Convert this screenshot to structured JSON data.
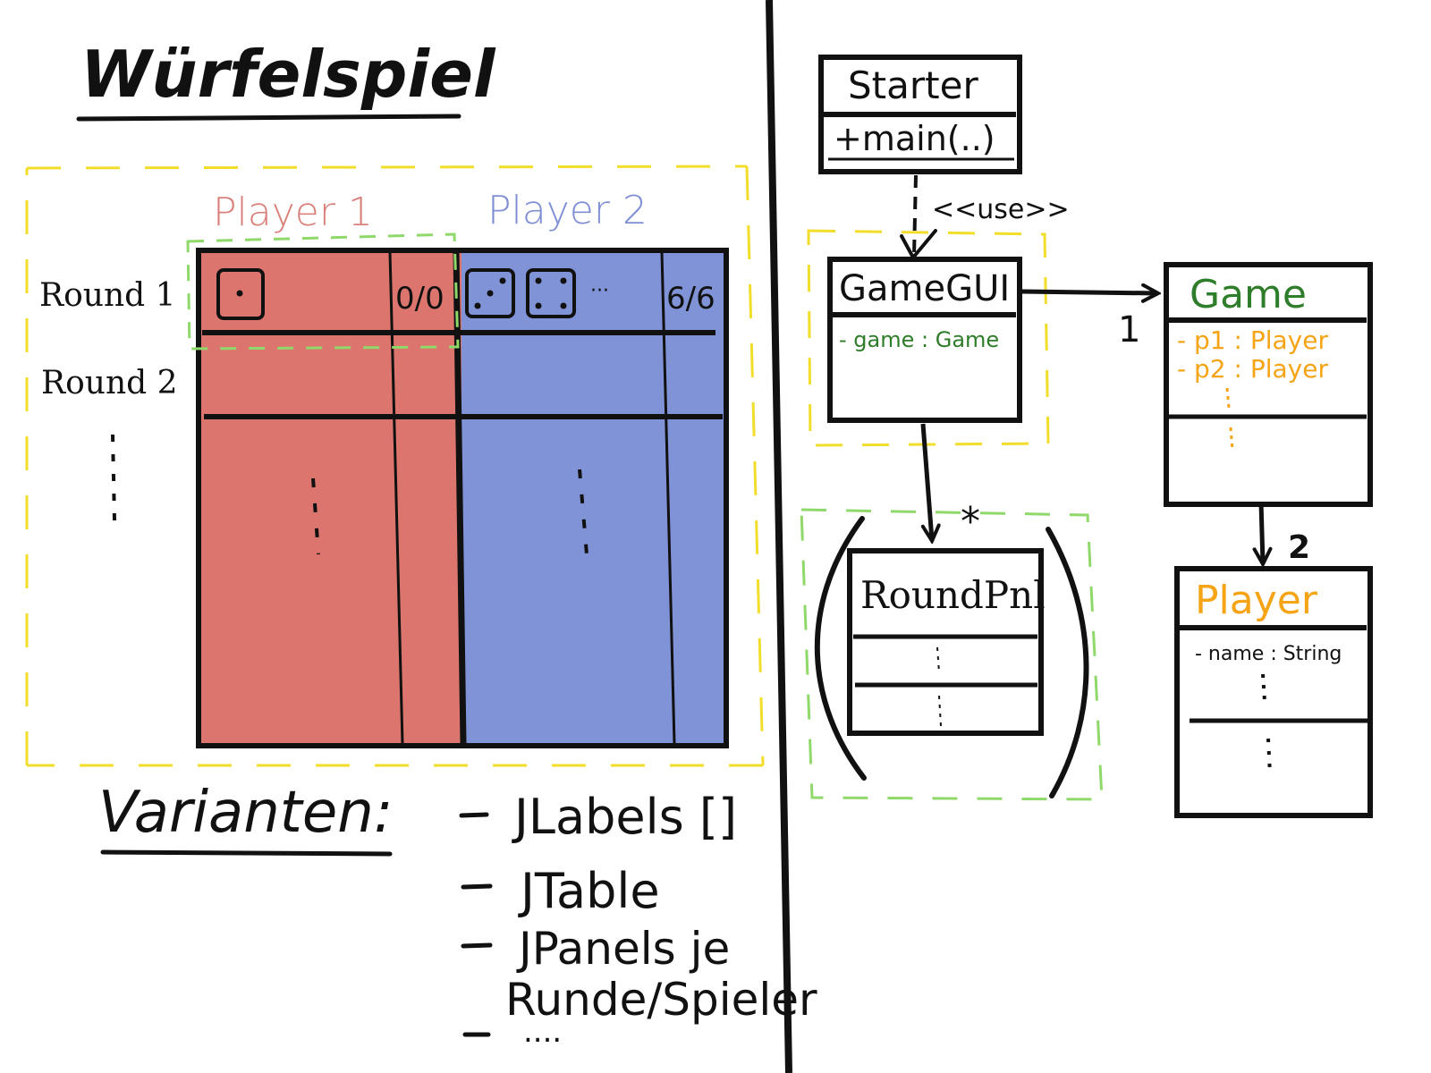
{
  "title": "Würfelspiel",
  "colors": {
    "player1": "#dc756e",
    "player2": "#7f93d6",
    "player1_text": "#d9807a",
    "player2_text": "#7f8fd4",
    "green": "#2e7d2a",
    "orange": "#f5a416",
    "yellow_dash": "#f2dd2a",
    "green_dash": "#8fd86a",
    "ink": "#111111"
  },
  "mockup": {
    "players": [
      "Player 1",
      "Player 2"
    ],
    "rounds": [
      "Round 1",
      "Round 2"
    ],
    "score_p1": "0/0",
    "score_p2": "6/6",
    "ellipsis": "···"
  },
  "variants": {
    "heading": "Varianten:",
    "items": [
      "JLabels []",
      "JTable",
      "JPanels je",
      "Runde/Spieler",
      "...."
    ]
  },
  "uml": {
    "starter": {
      "name": "Starter",
      "method": "+main(..)"
    },
    "use_label": "<<use>>",
    "gamegui": {
      "name": "GameGUI",
      "attr": "- game : Game"
    },
    "game": {
      "name": "Game",
      "attrs": [
        "- p1 : Player",
        "- p2 : Player"
      ]
    },
    "roundpnl": {
      "name": "RoundPnl"
    },
    "player": {
      "name": "Player",
      "attr": "- name : String"
    },
    "mult_game": "1",
    "mult_round": "*",
    "mult_player": "2"
  }
}
